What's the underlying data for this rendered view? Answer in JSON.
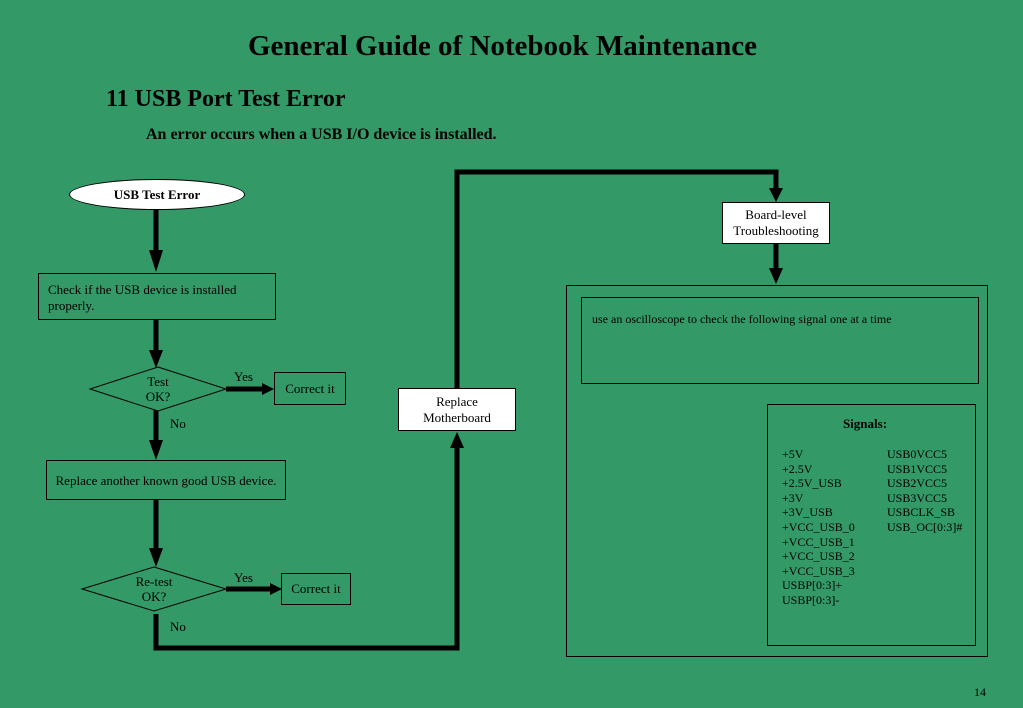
{
  "title": "General Guide of Notebook Maintenance",
  "section": "11 USB Port Test Error",
  "subtitle": "An error occurs when a USB I/O device is installed.",
  "nodes": {
    "start": "USB Test Error",
    "check_installed": "Check if the USB device is installed properly.",
    "test_ok": [
      "Test",
      "OK?"
    ],
    "correct1": "Correct it",
    "replace_device": "Replace another known good USB device.",
    "retest_ok": [
      "Re-test",
      "OK?"
    ],
    "correct2": "Correct it",
    "replace_mb": [
      "Replace",
      "Motherboard"
    ],
    "board_level": [
      "Board-level",
      "Troubleshooting"
    ],
    "oscilloscope": "use an oscilloscope to check the following signal one at a time"
  },
  "labels": {
    "yes1": "Yes",
    "no1": "No",
    "yes2": "Yes",
    "no2": "No"
  },
  "signals": {
    "title": "Signals:",
    "col1": [
      "+5V",
      "+2.5V",
      "+2.5V_USB",
      "+3V",
      "+3V_USB",
      "+VCC_USB_0",
      "+VCC_USB_1",
      "+VCC_USB_2",
      "+VCC_USB_3",
      "USBP[0:3]+",
      "USBP[0:3]-"
    ],
    "col2": [
      "USB0VCC5",
      "USB1VCC5",
      "USB2VCC5",
      "USB3VCC5",
      "USBCLK_SB",
      "USB_OC[0:3]#"
    ]
  },
  "page_number": "14"
}
